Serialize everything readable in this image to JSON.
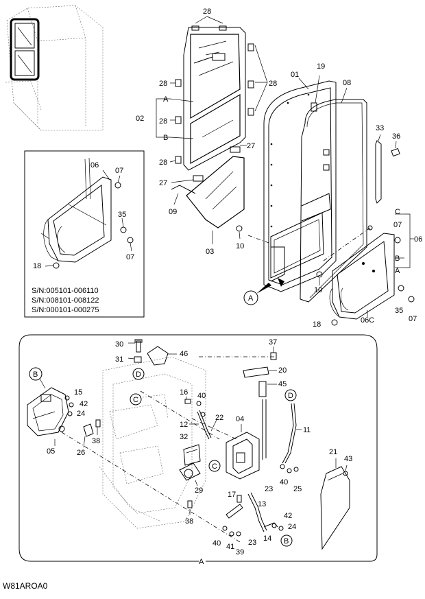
{
  "callouts": {
    "c28a": "28",
    "c28b": "28",
    "c28c": "28",
    "c28d": "28",
    "c28e": "28",
    "c01": "01",
    "c19": "19",
    "c08": "08",
    "c02": "02",
    "cA1": "A",
    "cB1": "B",
    "c27a": "27",
    "c27b": "27",
    "c33": "33",
    "c36": "36",
    "c09": "09",
    "c03": "03",
    "c10a": "10",
    "c10b": "10",
    "cC": "C",
    "c07a": "07",
    "c06": "06",
    "cB2": "B",
    "cA2": "A",
    "c06c": "06C",
    "c35a": "35",
    "c07b": "07",
    "c18a": "18",
    "inset_06": "06",
    "inset_07a": "07",
    "inset_35": "35",
    "inset_07b": "07",
    "inset_18": "18",
    "d30": "30",
    "d46": "46",
    "d31": "31",
    "d37": "37",
    "d20": "20",
    "d45": "45",
    "d15": "15",
    "d42a": "42",
    "d24a": "24",
    "d16": "16",
    "d40a": "40",
    "d12": "12",
    "d22": "22",
    "d04": "04",
    "d11": "11",
    "d38a": "38",
    "d26": "26",
    "d05": "05",
    "d32": "32",
    "d21": "21",
    "d43": "43",
    "d40b": "40",
    "d25": "25",
    "d29": "29",
    "d17": "17",
    "d23a": "23",
    "d13": "13",
    "d42b": "42",
    "d24b": "24",
    "d38b": "38",
    "d40c": "40",
    "d41": "41",
    "d39": "39",
    "d23b": "23",
    "d14": "14",
    "dA": "A"
  },
  "circle_refs": {
    "A": "A",
    "B_left": "B",
    "D_top": "D",
    "C_left": "C",
    "D_right": "D",
    "C_mid": "C",
    "B_bottom": "B"
  },
  "serial_numbers": [
    "S/N:005101-006110",
    "S/N:008101-008122",
    "S/N:000101-000275"
  ],
  "drawing_code": "W81AROA0"
}
